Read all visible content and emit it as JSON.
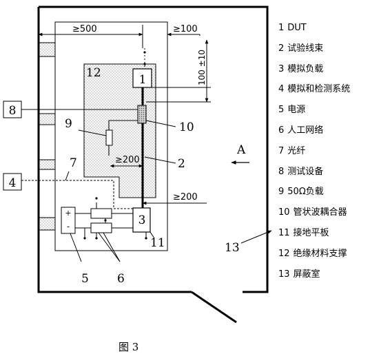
{
  "dimensions": {
    "min_500": "≥500",
    "min_100": "≥100",
    "height_100": "100 ±10",
    "min_200_a": "≥200",
    "min_200_b": "≥200"
  },
  "callouts": {
    "c2": "2",
    "c3": "3",
    "c4": "4",
    "c5": "5",
    "c6": "6",
    "c7": "7",
    "c8": "8",
    "c9": "9",
    "c10": "10",
    "c11": "11",
    "c12": "12",
    "c13": "13",
    "c1": "1",
    "plus": "+",
    "minus": "-"
  },
  "direction_label": "A",
  "legend": [
    {
      "num": "1",
      "text": "DUT"
    },
    {
      "num": "2",
      "text": "试验线束"
    },
    {
      "num": "3",
      "text": "模拟负载"
    },
    {
      "num": "4",
      "text": "模拟和检测系统"
    },
    {
      "num": "5",
      "text": "电源"
    },
    {
      "num": "6",
      "text": "人工网络"
    },
    {
      "num": "7",
      "text": "光纤"
    },
    {
      "num": "8",
      "text": "测试设备"
    },
    {
      "num": "9",
      "text": "50Ω负载"
    },
    {
      "num": "10",
      "text": "管状波耦合器"
    },
    {
      "num": "11",
      "text": "接地平板"
    },
    {
      "num": "12",
      "text": "绝缘材料支撑"
    },
    {
      "num": "13",
      "text": "屏蔽室"
    }
  ],
  "caption": "图 3"
}
